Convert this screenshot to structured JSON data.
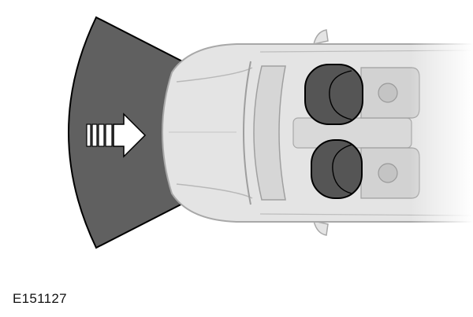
{
  "figure": {
    "label": "E151127",
    "colors": {
      "zone_fill": "#606060",
      "zone_stroke": "#000000",
      "arrow_fill": "#ffffff",
      "arrow_stroke": "#000000",
      "vehicle_body": "#e4e4e4",
      "vehicle_line": "#a8a8a8",
      "airbag_fill": "#555555",
      "airbag_stroke": "#000000"
    },
    "elements": [
      "impact-zone",
      "direction-arrow",
      "vehicle",
      "airbag-driver",
      "airbag-passenger"
    ]
  }
}
